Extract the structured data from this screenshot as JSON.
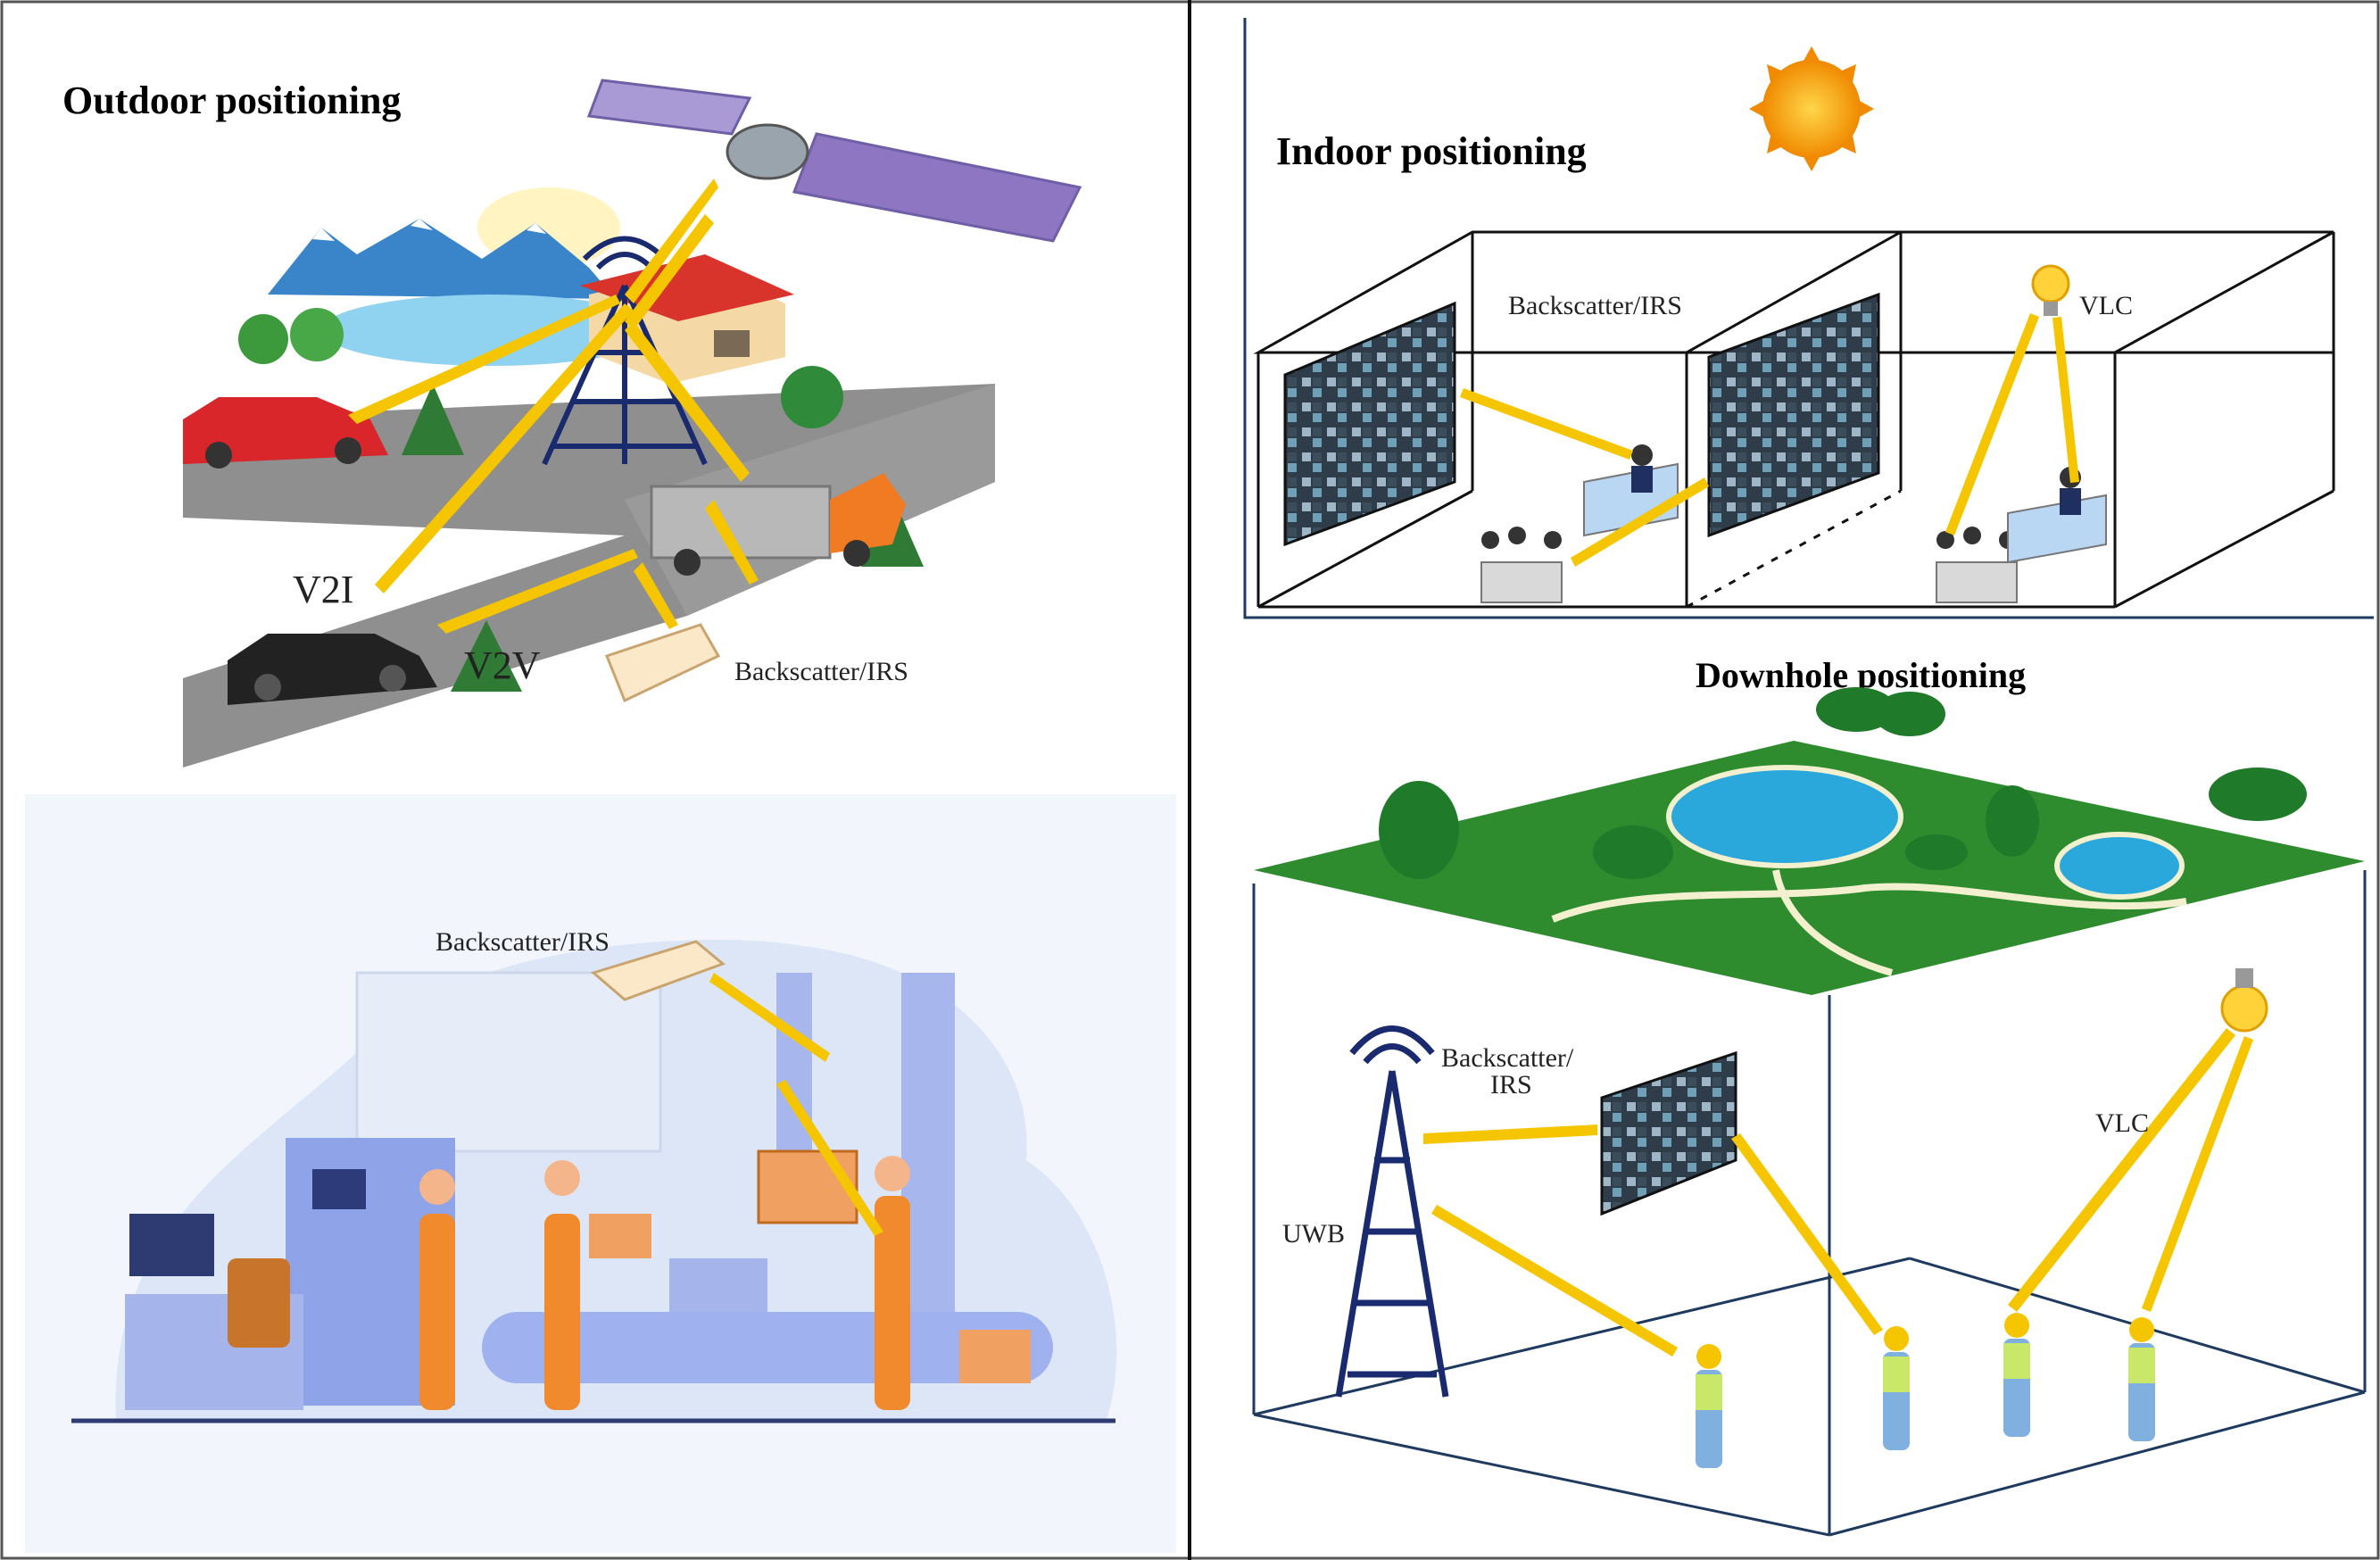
{
  "outdoor": {
    "title": "Outdoor positioning",
    "v2i_label": "V2I",
    "v2v_label": "V2V",
    "irs_label": "Backscatter/IRS"
  },
  "factory": {
    "irs_label": "Backscatter/IRS"
  },
  "indoor": {
    "title": "Indoor positioning",
    "irs_label": "Backscatter/IRS",
    "vlc_label": "VLC"
  },
  "downhole": {
    "title": "Downhole positioning",
    "irs_label_line1": "Backscatter/",
    "irs_label_line2": "IRS",
    "vlc_label": "VLC",
    "uwb_label": "UWB"
  },
  "colors": {
    "signal": "#f5c500",
    "road": "#8f8f8f",
    "grass": "#2e8b2e",
    "water": "#2aa8dc",
    "frame": "#1f3a5f",
    "factory_bg": "#eef3fb",
    "worker_orange": "#f08a2c"
  }
}
